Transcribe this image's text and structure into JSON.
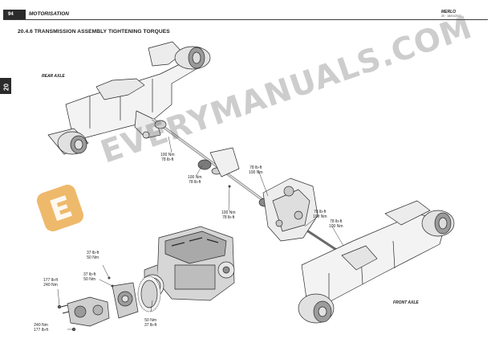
{
  "header": {
    "page_number": "94",
    "title": "MOTORISATION",
    "brand": "MERLO",
    "doc_ref": "20 · 18/01/2022"
  },
  "side_tab": "20",
  "section_title": "20.4.6   TRANSMISSION ASSEMBLY TIGHTENING TORQUES",
  "labels": {
    "rear_axle": "REAR AXLE",
    "front_axle": "FRONT AXLE"
  },
  "torques": {
    "t1": [
      "100 Nm",
      "78 lb-ft"
    ],
    "t2": [
      "100 Nm",
      "78 lb-ft"
    ],
    "t3": [
      "100 Nm",
      "78 lb-ft"
    ],
    "t4": [
      "78 lb-ft",
      "100 Nm"
    ],
    "t5": [
      "78 lb-ft",
      "100 Nm"
    ],
    "t6": [
      "78 lb-ft",
      "100 Nm"
    ],
    "t7": [
      "37 lb-ft",
      "50 Nm"
    ],
    "t8": [
      "37 lb-ft",
      "50 Nm"
    ],
    "t9": [
      "177 lb-ft",
      "240 Nm"
    ],
    "t10": [
      "240 Nm",
      "177 lb-ft"
    ],
    "t11": [
      "50 Nm",
      "37 lb-ft"
    ]
  },
  "watermark": "EVERYMANUALS.COM",
  "colors": {
    "badge": "#2b2b2b",
    "watermark_logo": "#e8a23a"
  }
}
